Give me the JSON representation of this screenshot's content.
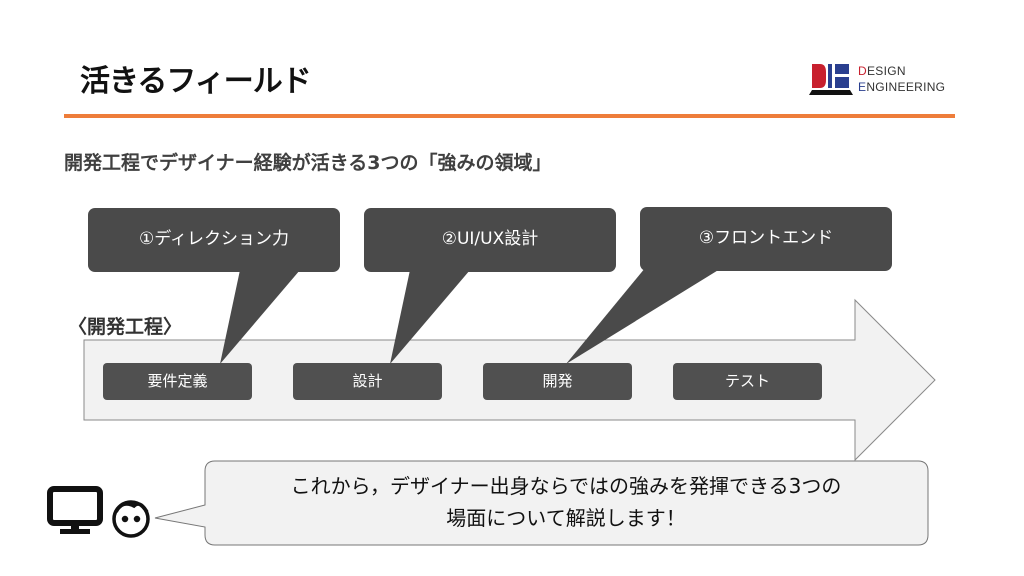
{
  "header": {
    "title": "活きるフィールド",
    "subtitle": "開発工程でデザイナー経験が活きる3つの「強みの領域」"
  },
  "logo": {
    "line1_initial": "D",
    "line1_rest": "ESIGN",
    "line2_initial": "E",
    "line2_rest": "NGINEERING"
  },
  "callouts": [
    {
      "label": "①ディレクション力"
    },
    {
      "label": "②UI/UX設計"
    },
    {
      "label": "③フロントエンド"
    }
  ],
  "process": {
    "label": "〈開発工程〉",
    "steps": [
      {
        "label": "要件定義"
      },
      {
        "label": "設計"
      },
      {
        "label": "開発"
      },
      {
        "label": "テスト"
      }
    ]
  },
  "speech": {
    "line1": "これから，デザイナー出身ならではの強みを発揮できる3つの",
    "line2": "場面について解説します！"
  },
  "icons": [
    "monitor-icon",
    "person-face-icon"
  ],
  "colors": {
    "accent": "#ee7d3a",
    "callout": "#4a4a4a",
    "step": "#505050",
    "logo_red": "#c8202e",
    "logo_blue": "#2a3f8f"
  }
}
